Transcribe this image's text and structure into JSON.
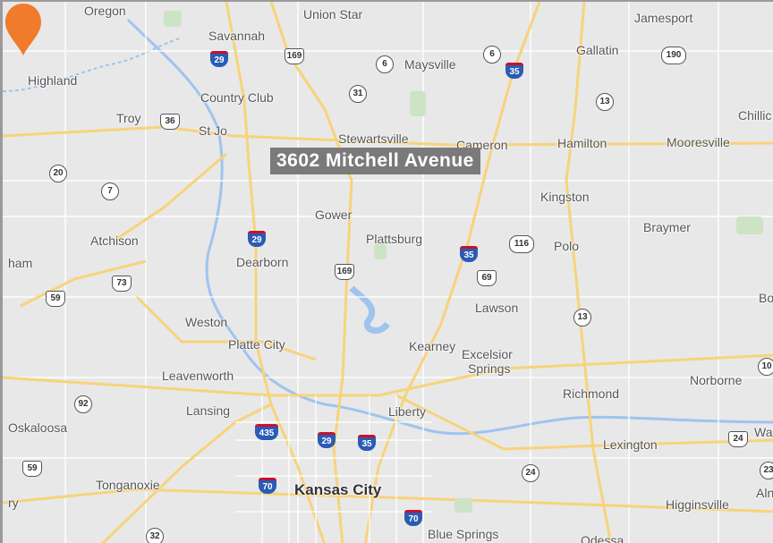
{
  "callout": {
    "label": "3602 Mitchell Avenue"
  },
  "colors": {
    "pin": "#ef7b2b",
    "highway": "#f7d37a",
    "water": "#9fc4ee",
    "land": "#e8e8e8"
  },
  "pin_icon": "map-marker-icon",
  "places": [
    {
      "id": "oregon",
      "text": "Oregon"
    },
    {
      "id": "union-star",
      "text": "Union Star"
    },
    {
      "id": "jamesport",
      "text": "Jamesport"
    },
    {
      "id": "savannah",
      "text": "Savannah"
    },
    {
      "id": "gallatin",
      "text": "Gallatin"
    },
    {
      "id": "maysville",
      "text": "Maysville"
    },
    {
      "id": "highland",
      "text": "Highland"
    },
    {
      "id": "country-club",
      "text": "Country Club"
    },
    {
      "id": "troy",
      "text": "Troy"
    },
    {
      "id": "st-jo",
      "text": "St Jo"
    },
    {
      "id": "chillic",
      "text": "Chillic"
    },
    {
      "id": "stewartsville",
      "text": "Stewartsville"
    },
    {
      "id": "cameron",
      "text": "Cameron"
    },
    {
      "id": "hamilton",
      "text": "Hamilton"
    },
    {
      "id": "mooresville",
      "text": "Mooresville"
    },
    {
      "id": "kingston",
      "text": "Kingston"
    },
    {
      "id": "gower",
      "text": "Gower"
    },
    {
      "id": "braymer",
      "text": "Braymer"
    },
    {
      "id": "atchison",
      "text": "Atchison"
    },
    {
      "id": "plattsburg",
      "text": "Plattsburg"
    },
    {
      "id": "polo",
      "text": "Polo"
    },
    {
      "id": "ham",
      "text": "ham"
    },
    {
      "id": "dearborn",
      "text": "Dearborn"
    },
    {
      "id": "bo",
      "text": "Bo"
    },
    {
      "id": "lawson",
      "text": "Lawson"
    },
    {
      "id": "weston",
      "text": "Weston"
    },
    {
      "id": "platte-city",
      "text": "Platte City"
    },
    {
      "id": "kearney",
      "text": "Kearney"
    },
    {
      "id": "excelsior",
      "text": "Excelsior"
    },
    {
      "id": "springs",
      "text": "Springs"
    },
    {
      "id": "leavenworth",
      "text": "Leavenworth"
    },
    {
      "id": "norborne",
      "text": "Norborne"
    },
    {
      "id": "richmond",
      "text": "Richmond"
    },
    {
      "id": "lansing",
      "text": "Lansing"
    },
    {
      "id": "liberty",
      "text": "Liberty"
    },
    {
      "id": "oskaloosa",
      "text": "Oskaloosa"
    },
    {
      "id": "wa",
      "text": "Wa"
    },
    {
      "id": "lexington",
      "text": "Lexington"
    },
    {
      "id": "tonganoxie",
      "text": "Tonganoxie"
    },
    {
      "id": "kansas-city",
      "text": "Kansas City"
    },
    {
      "id": "higginsville",
      "text": "Higginsville"
    },
    {
      "id": "aln",
      "text": "Aln"
    },
    {
      "id": "blue-springs",
      "text": "Blue Springs"
    },
    {
      "id": "odessa",
      "text": "Odessa"
    },
    {
      "id": "ry",
      "text": "ry"
    }
  ],
  "shields": [
    {
      "id": "i29-north",
      "text": "29",
      "kind": "i"
    },
    {
      "id": "us169-north",
      "text": "169",
      "kind": "us"
    },
    {
      "id": "st6-west",
      "text": "6",
      "kind": "st"
    },
    {
      "id": "st6-east",
      "text": "6",
      "kind": "st"
    },
    {
      "id": "i35-north",
      "text": "35",
      "kind": "i"
    },
    {
      "id": "us190",
      "text": "190",
      "kind": "st"
    },
    {
      "id": "st31",
      "text": "31",
      "kind": "st"
    },
    {
      "id": "us36",
      "text": "36",
      "kind": "us"
    },
    {
      "id": "st13-north",
      "text": "13",
      "kind": "st"
    },
    {
      "id": "st20",
      "text": "20",
      "kind": "st"
    },
    {
      "id": "st7",
      "text": "7",
      "kind": "st"
    },
    {
      "id": "i29-mid",
      "text": "29",
      "kind": "i"
    },
    {
      "id": "us116",
      "text": "116",
      "kind": "st"
    },
    {
      "id": "i35-mid",
      "text": "35",
      "kind": "i"
    },
    {
      "id": "us169-mid",
      "text": "169",
      "kind": "us"
    },
    {
      "id": "us69",
      "text": "69",
      "kind": "us"
    },
    {
      "id": "us73",
      "text": "73",
      "kind": "us"
    },
    {
      "id": "us59-north",
      "text": "59",
      "kind": "us"
    },
    {
      "id": "st13-mid",
      "text": "13",
      "kind": "st"
    },
    {
      "id": "st10",
      "text": "10",
      "kind": "st"
    },
    {
      "id": "st92",
      "text": "92",
      "kind": "st"
    },
    {
      "id": "i435",
      "text": "435",
      "kind": "i"
    },
    {
      "id": "i29-south",
      "text": "29",
      "kind": "i"
    },
    {
      "id": "i35-south",
      "text": "35",
      "kind": "i"
    },
    {
      "id": "us24-east",
      "text": "24",
      "kind": "us"
    },
    {
      "id": "us59-south",
      "text": "59",
      "kind": "us"
    },
    {
      "id": "us24-mid",
      "text": "24",
      "kind": "st"
    },
    {
      "id": "st23",
      "text": "23",
      "kind": "st"
    },
    {
      "id": "i70-west",
      "text": "70",
      "kind": "i"
    },
    {
      "id": "i70-east",
      "text": "70",
      "kind": "i"
    },
    {
      "id": "st32",
      "text": "32",
      "kind": "st"
    }
  ]
}
